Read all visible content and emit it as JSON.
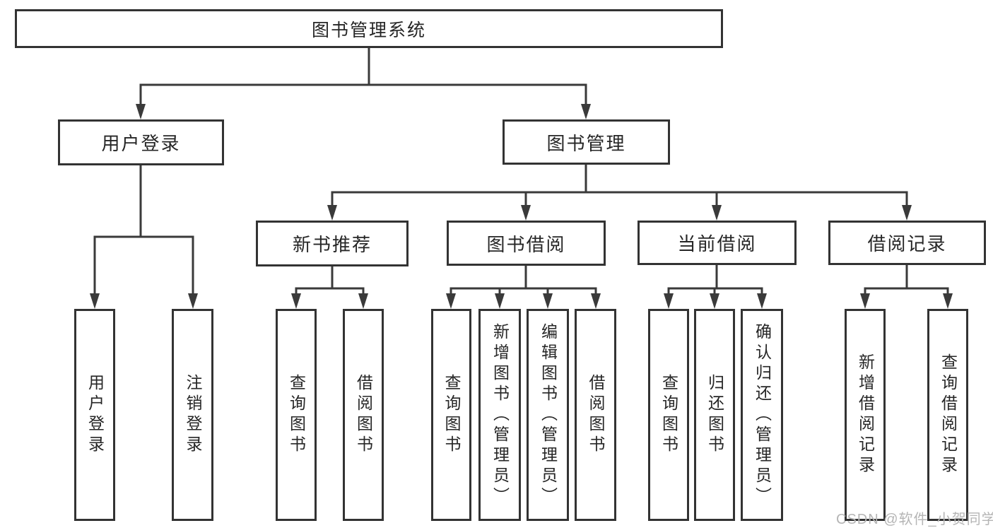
{
  "diagram": {
    "root": {
      "label": "图书管理系统"
    },
    "level2": [
      {
        "label": "用户登录"
      },
      {
        "label": "图书管理"
      }
    ],
    "level3": [
      {
        "label": "新书推荐"
      },
      {
        "label": "图书借阅"
      },
      {
        "label": "当前借阅"
      },
      {
        "label": "借阅记录"
      }
    ],
    "leaves": [
      {
        "label": "用户登录"
      },
      {
        "label": "注销登录"
      },
      {
        "label": "查询图书"
      },
      {
        "label": "借阅图书"
      },
      {
        "label": "查询图书"
      },
      {
        "label": "新增图书（管理员）"
      },
      {
        "label": "编辑图书（管理员）"
      },
      {
        "label": "借阅图书"
      },
      {
        "label": "查询图书"
      },
      {
        "label": "归还图书"
      },
      {
        "label": "确认归还（管理员）"
      },
      {
        "label": "新增借阅记录"
      },
      {
        "label": "查询借阅记录"
      }
    ]
  },
  "watermark": {
    "text": "CSDN @软件_小贺同学"
  },
  "colors": {
    "line": "#3a3a3a",
    "border": "#333333",
    "text": "#262626",
    "watermark": "#b5b5b5",
    "background": "#ffffff"
  }
}
